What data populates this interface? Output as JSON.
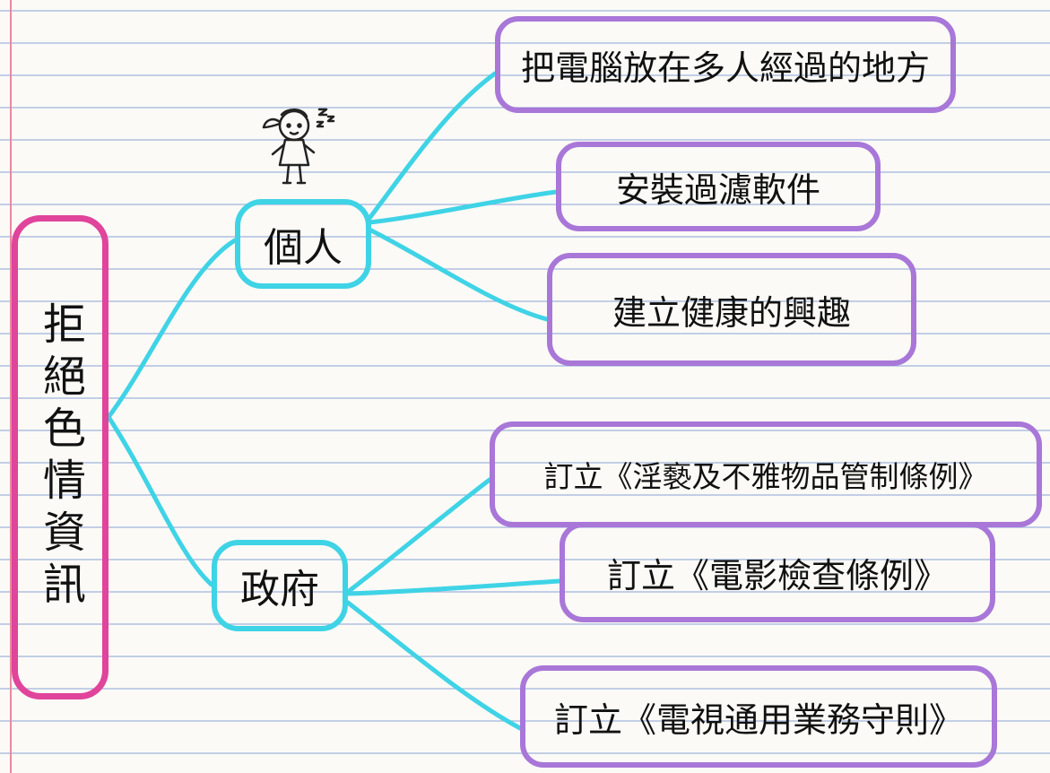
{
  "root": {
    "label": "拒絕色情資訊"
  },
  "branches": [
    {
      "label": "個人",
      "leaves": [
        "把電腦放在多人經過的地方",
        "安裝過濾軟件",
        "建立健康的興趣"
      ]
    },
    {
      "label": "政府",
      "leaves": [
        "訂立《淫褻及不雅物品管制條例》",
        "訂立《電影檢查條例》",
        "訂立《電視通用業務守則》"
      ]
    }
  ],
  "colors": {
    "root_border": "#e0449b",
    "branch_border": "#3fd3e6",
    "connector": "#3fd3e6",
    "leaf_border": "#a877d8",
    "ruled_line": "#9fb3dc",
    "margin_line": "#e98aa0",
    "paper": "#fbfaf6"
  },
  "icons": {
    "doodle": "girl-doodle-icon"
  }
}
